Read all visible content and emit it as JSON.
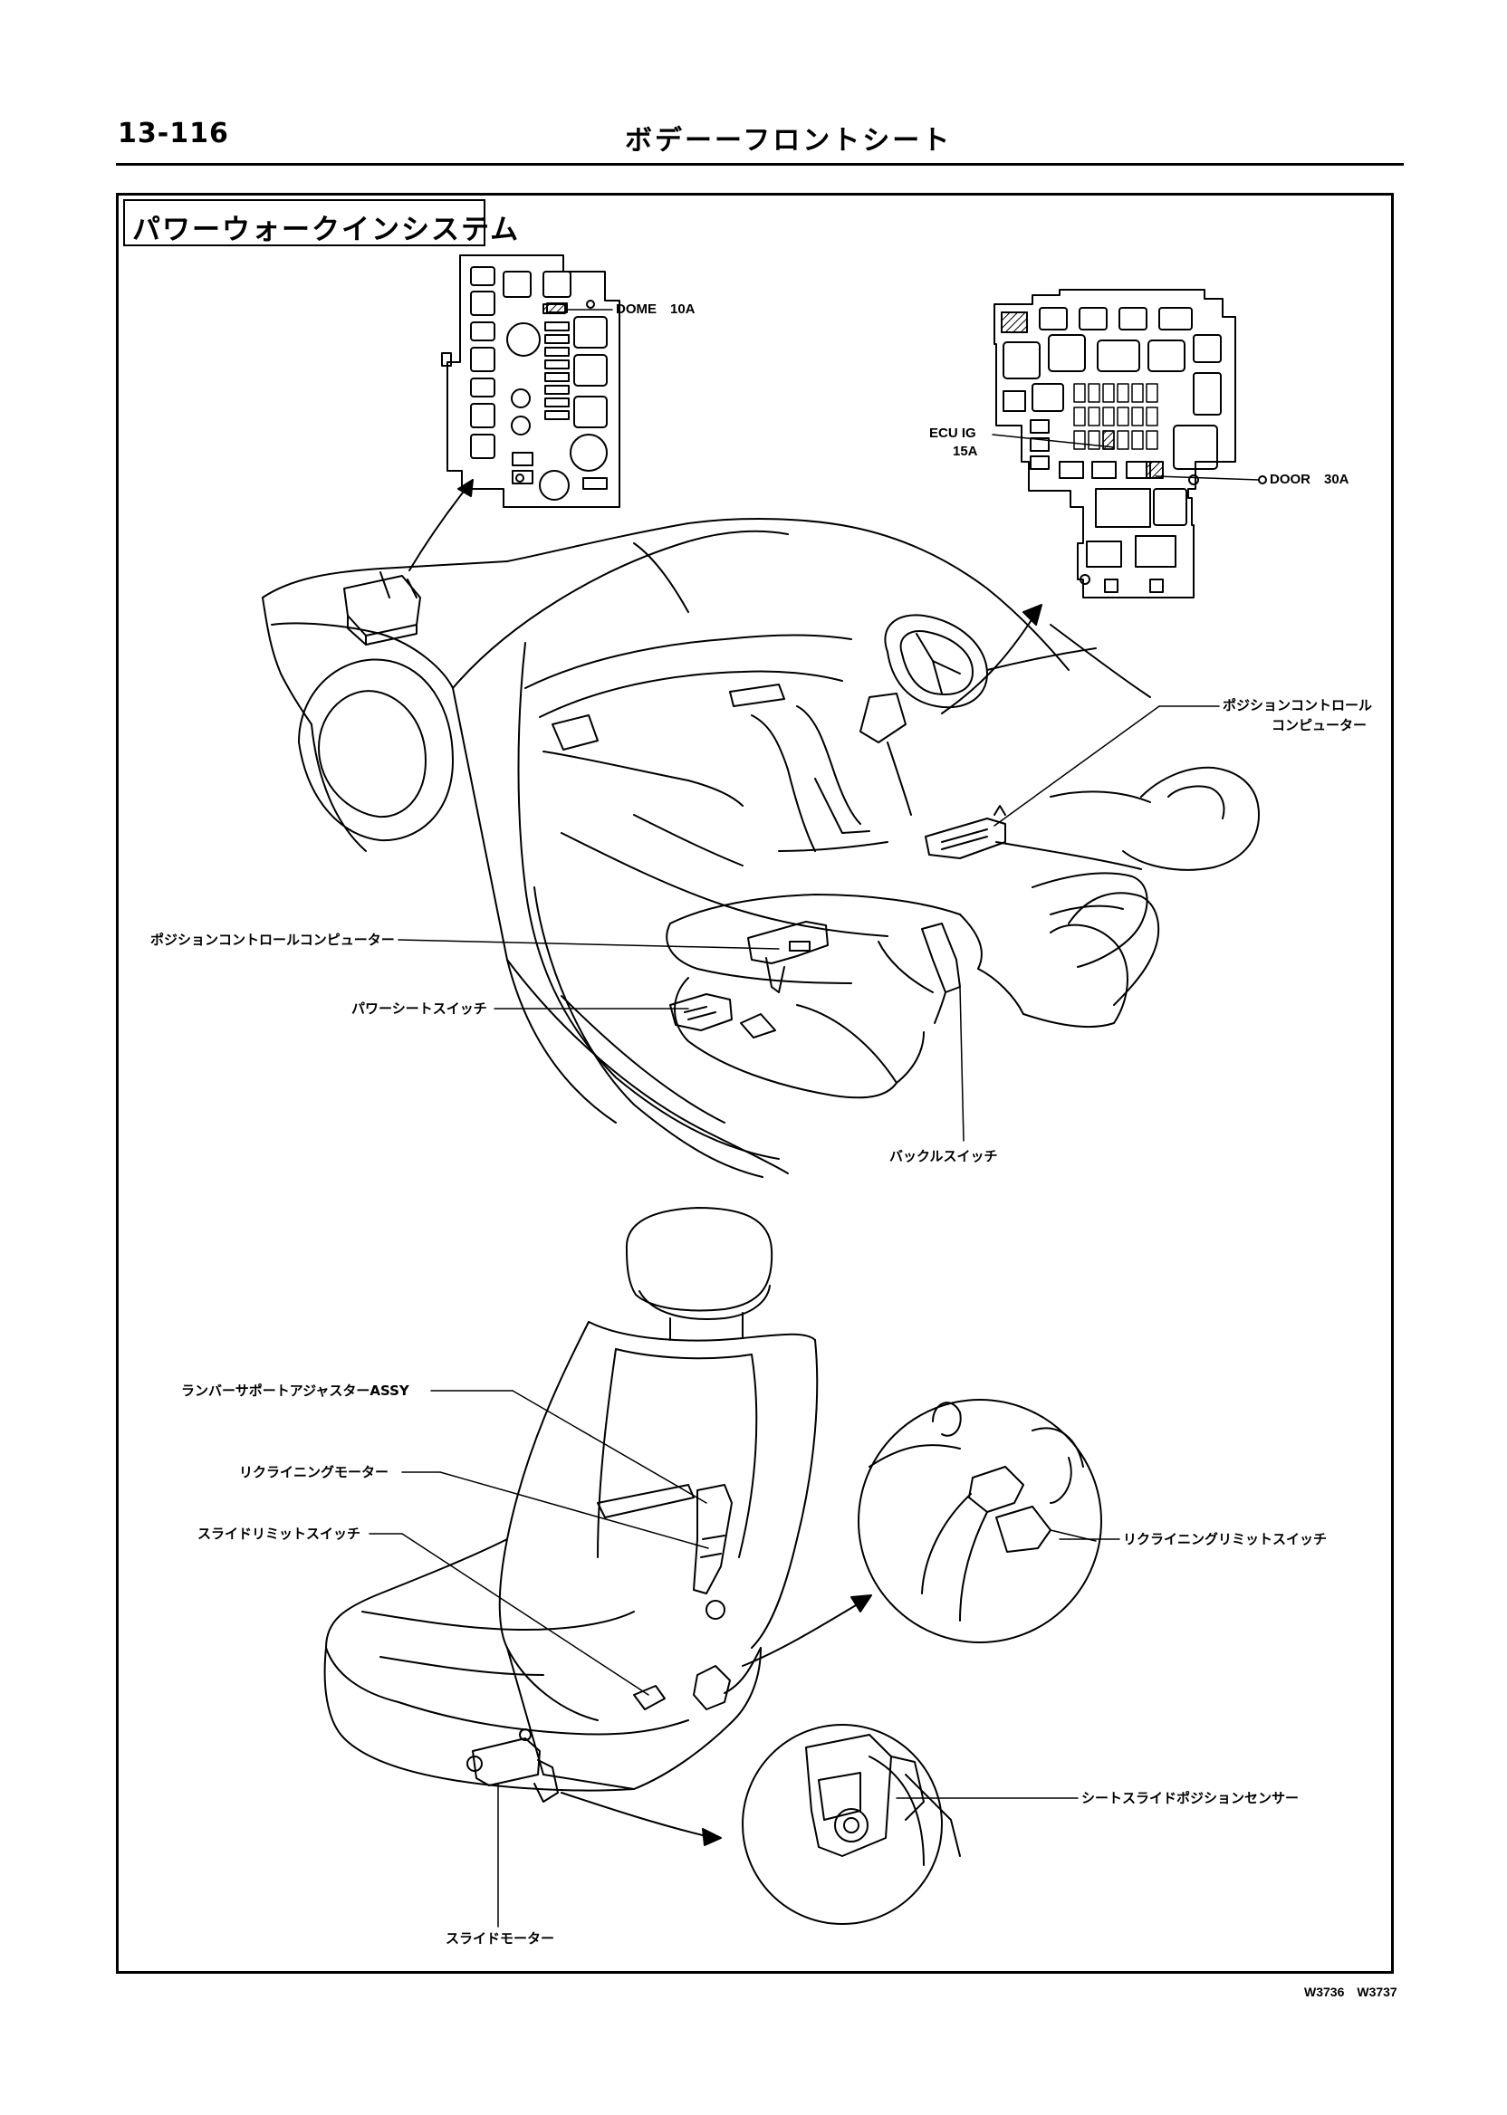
{
  "header": {
    "page_number": "13-116",
    "title": "ボデーーフロントシート"
  },
  "section": {
    "title": "パワーウォークインシステム"
  },
  "fuse_labels": {
    "dome": "DOME　10A",
    "ecu_ig_line1": "ECU  IG",
    "ecu_ig_line2": "15A",
    "door": "DOOR　30A"
  },
  "callouts": {
    "position_computer_right_line1": "ポジションコントロール",
    "position_computer_right_line2": "コンピューター",
    "position_computer_left": "ポジションコントロールコンピューター",
    "power_seat_switch": "パワーシートスイッチ",
    "buckle_switch": "バックルスイッチ",
    "lumbar_support": "ランバーサポートアジャスターASSY",
    "reclining_motor": "リクライニングモーター",
    "slide_limit_switch": "スライドリミットスイッチ",
    "reclining_limit_switch": "リクライニングリミットスイッチ",
    "seat_slide_sensor": "シートスライドポジションセンサー",
    "slide_motor": "スライドモーター"
  },
  "figure_codes": "W3736　W3737"
}
